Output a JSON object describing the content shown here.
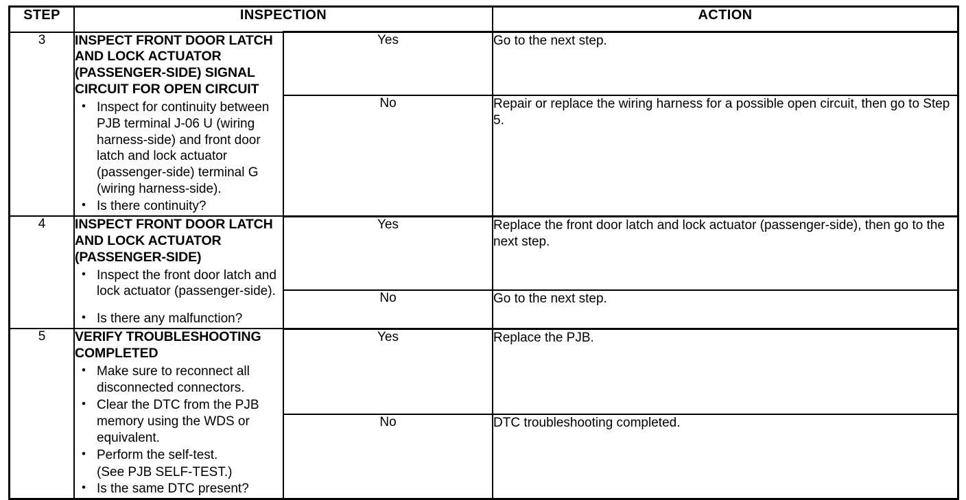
{
  "table": {
    "headers": {
      "step": "STEP",
      "inspection": "INSPECTION",
      "action": "ACTION"
    },
    "rows": [
      {
        "step": "3",
        "inspection": {
          "title": "INSPECT FRONT DOOR LATCH AND LOCK ACTUATOR (PASSENGER-SIDE) SIGNAL CIRCUIT FOR OPEN CIRCUIT",
          "bullets": [
            "Inspect for continuity between PJB terminal J-06 U (wiring harness-side) and front door latch and lock actuator (passenger-side) terminal G (wiring harness-side).",
            "Is there continuity?"
          ]
        },
        "results": [
          {
            "answer": "Yes",
            "action": "Go to the next step."
          },
          {
            "answer": "No",
            "action": "Repair or replace the wiring harness for a possible open circuit, then go to Step 5."
          }
        ]
      },
      {
        "step": "4",
        "inspection": {
          "title": "INSPECT FRONT DOOR LATCH AND LOCK ACTUATOR (PASSENGER-SIDE)",
          "bullets": [
            "Inspect the front door latch and lock actuator (passenger-side).",
            "Is there any malfunction?"
          ]
        },
        "results": [
          {
            "answer": "Yes",
            "action": "Replace the front door latch and lock actuator (passenger-side), then go to the next step."
          },
          {
            "answer": "No",
            "action": "Go to the next step."
          }
        ]
      },
      {
        "step": "5",
        "inspection": {
          "title": "VERIFY TROUBLESHOOTING COMPLETED",
          "bullets": [
            "Make sure to reconnect all disconnected connectors.",
            "Clear the DTC from the PJB memory using the WDS or equivalent.",
            "Perform the self-test.",
            "(See PJB SELF-TEST.)",
            "Is the same DTC present?"
          ]
        },
        "results": [
          {
            "answer": "Yes",
            "action": "Replace the PJB."
          },
          {
            "answer": "No",
            "action": "DTC troubleshooting completed."
          }
        ]
      }
    ]
  }
}
